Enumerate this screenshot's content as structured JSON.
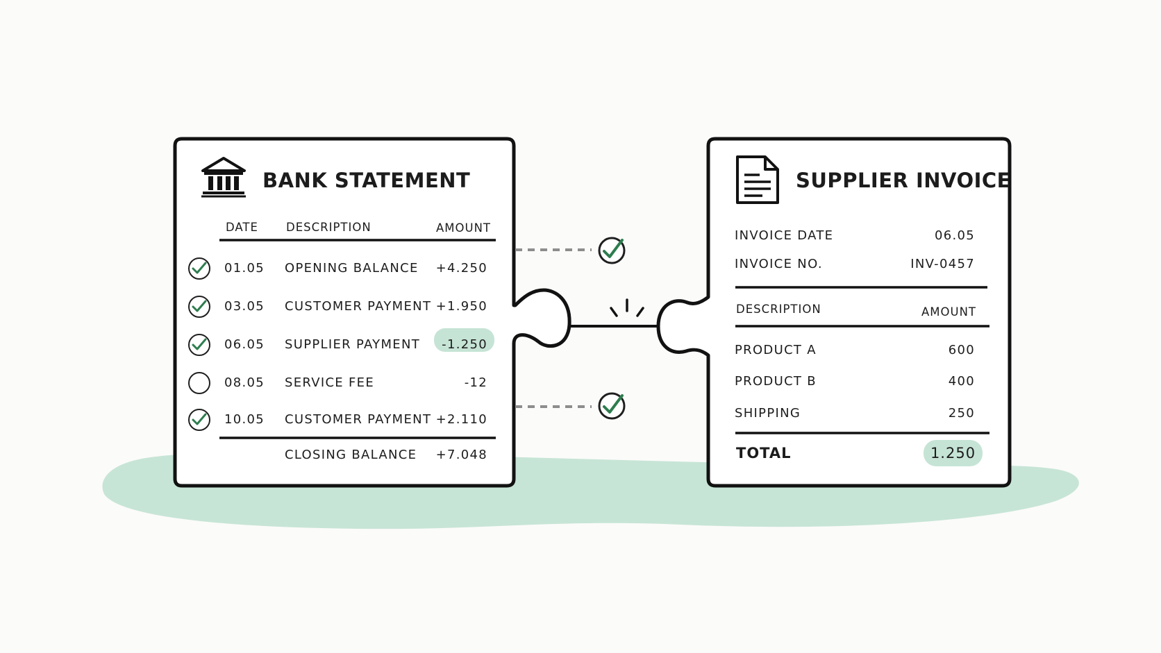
{
  "colors": {
    "highlight": "#c6e4d6",
    "ground": "#bde0cf",
    "check": "#2e7d4f",
    "ink": "#1c1c1c"
  },
  "bank": {
    "icon": "bank-icon",
    "title": "BANK STATEMENT",
    "headers": {
      "date": "DATE",
      "description": "DESCRIPTION",
      "amount": "AMOUNT"
    },
    "rows": [
      {
        "date": "01.05",
        "description": "OPENING BALANCE",
        "amount": "+4.250",
        "matched": true
      },
      {
        "date": "03.05",
        "description": "CUSTOMER PAYMENT",
        "amount": "+1.950",
        "matched": true
      },
      {
        "date": "06.05",
        "description": "SUPPLIER PAYMENT",
        "amount": "-1.250",
        "matched": true,
        "highlighted": true
      },
      {
        "date": "08.05",
        "description": "SERVICE FEE",
        "amount": "-12",
        "matched": false
      },
      {
        "date": "10.05",
        "description": "CUSTOMER PAYMENT",
        "amount": "+2.110",
        "matched": true
      }
    ],
    "closing": {
      "label": "CLOSING BALANCE",
      "amount": "+7.048"
    }
  },
  "invoice": {
    "icon": "document-icon",
    "title": "SUPPLIER INVOICE",
    "meta": [
      {
        "label": "INVOICE DATE",
        "value": "06.05"
      },
      {
        "label": "INVOICE NO.",
        "value": "INV-0457"
      }
    ],
    "headers": {
      "description": "DESCRIPTION",
      "amount": "AMOUNT"
    },
    "items": [
      {
        "description": "PRODUCT A",
        "amount": "600"
      },
      {
        "description": "PRODUCT B",
        "amount": "400"
      },
      {
        "description": "SHIPPING",
        "amount": "250"
      }
    ],
    "total": {
      "label": "TOTAL",
      "amount": "1.250"
    }
  }
}
